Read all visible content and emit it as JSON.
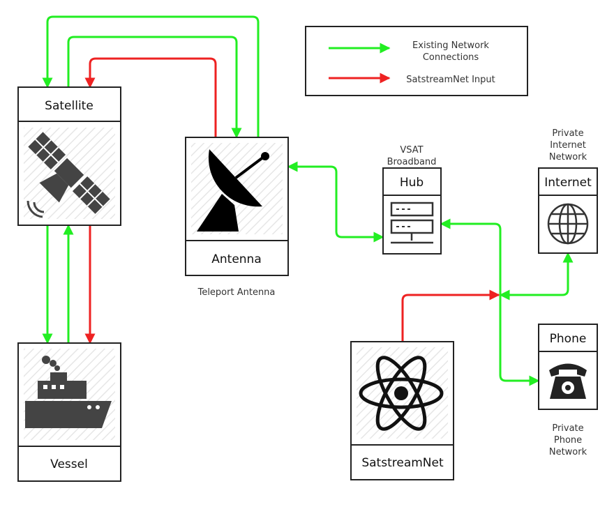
{
  "legend": {
    "existing": "Existing Network",
    "existing_line2": "Connections",
    "input": "SatstreamNet Input"
  },
  "nodes": {
    "satellite": "Satellite",
    "vessel": "Vessel",
    "antenna": "Antenna",
    "hub": "Hub",
    "internet": "Internet",
    "phone": "Phone",
    "satstreamnet": "SatstreamNet"
  },
  "annotations": {
    "teleport": "Teleport Antenna",
    "vsat_1": "VSAT",
    "vsat_2": "Broadband",
    "private_internet_1": "Private",
    "private_internet_2": "Internet",
    "private_internet_3": "Network",
    "private_phone_1": "Private",
    "private_phone_2": "Phone",
    "private_phone_3": "Network"
  },
  "colors": {
    "existing": "#22ee22",
    "input": "#ee2222"
  }
}
